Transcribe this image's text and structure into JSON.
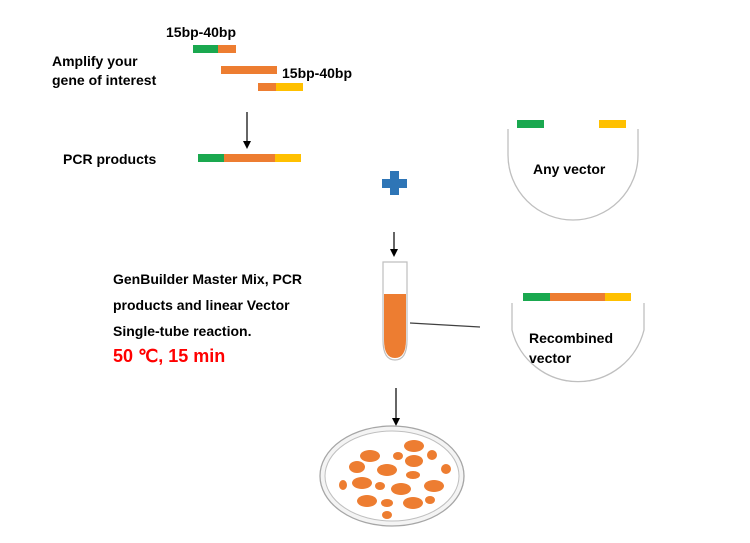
{
  "labels": {
    "primer_top": "15bp-40bp",
    "amplify_line1": "Amplify your",
    "amplify_line2": "gene of interest",
    "primer_bottom": "15bp-40bp",
    "pcr_products": "PCR products",
    "any_vector": "Any vector",
    "mix_line1": "GenBuilder Master Mix, PCR",
    "mix_line2": "products and linear Vector",
    "mix_line3": "Single-tube reaction.",
    "condition": "50 ℃, 15 min",
    "recombined_line1": "Recombined",
    "recombined_line2": "vector"
  },
  "colors": {
    "green": "#1aa84f",
    "orange": "#ed7d31",
    "yellow": "#ffc000",
    "plus": "#2e75b6",
    "outline": "#bfbfbf",
    "red_text": "#ff0000"
  },
  "icons": {
    "plus": "plus-icon",
    "tube": "reaction-tube-icon",
    "dish": "petri-dish-icon"
  }
}
